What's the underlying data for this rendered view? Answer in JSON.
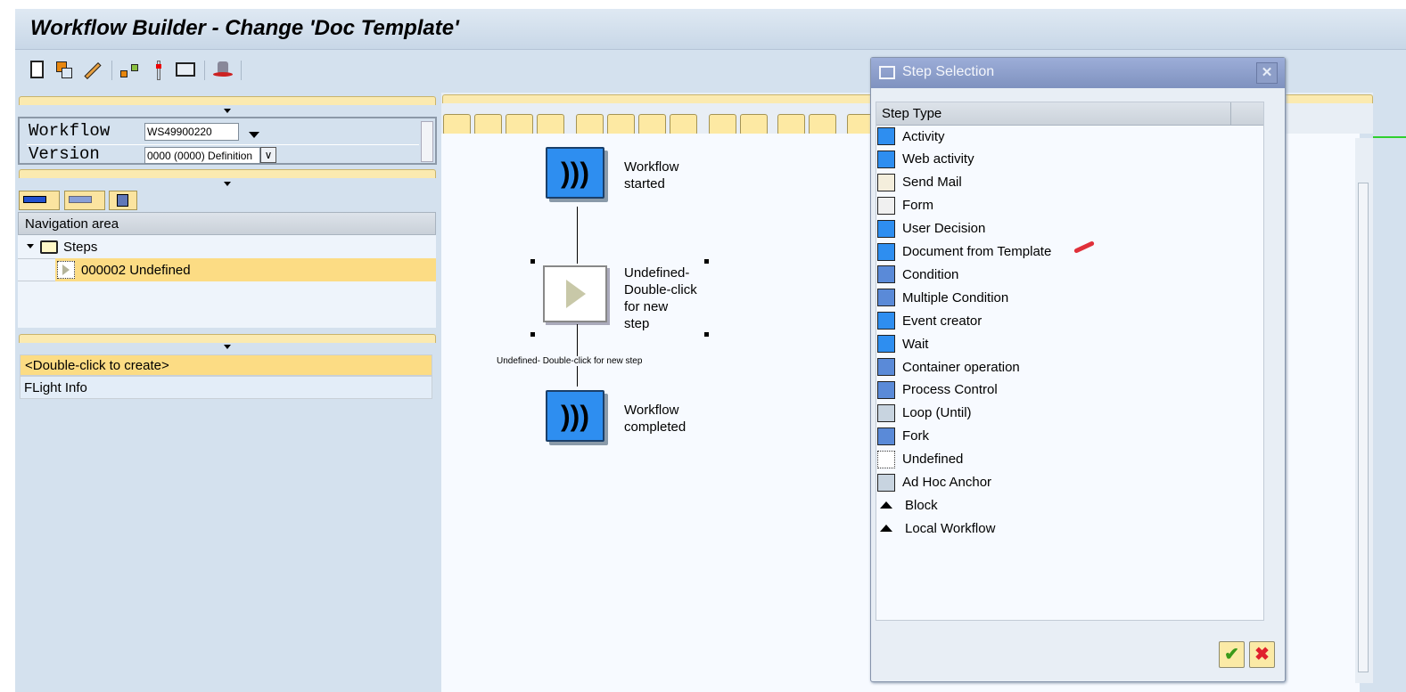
{
  "window": {
    "title": "Workflow Builder - Change 'Doc Template'"
  },
  "left_panel": {
    "workflow_label": "Workflow",
    "workflow_value": "WS49900220",
    "version_label": "Version",
    "version_value": "0000 (0000) Definition",
    "navigation_header": "Navigation area",
    "tree": {
      "root": "Steps",
      "items": [
        "000002 Undefined"
      ]
    },
    "objects": [
      "<Double-click to create>",
      "FLight Info"
    ]
  },
  "canvas": {
    "start_label": "Workflow\nstarted",
    "undefined_label": "Undefined-\nDouble-click\nfor new\nstep",
    "tooltip": "Undefined- Double-click for new step",
    "end_label": "Workflow\ncompleted"
  },
  "dialog": {
    "title": "Step Selection",
    "column_header": "Step Type",
    "items": [
      "Activity",
      "Web activity",
      "Send Mail",
      "Form",
      "User Decision",
      "Document from Template",
      "Condition",
      "Multiple Condition",
      "Event creator",
      "Wait",
      "Container operation",
      "Process Control",
      "Loop (Until)",
      "Fork",
      "Undefined",
      "Ad Hoc Anchor",
      "Block",
      "Local Workflow"
    ],
    "confirm_icon": "checkmark-icon",
    "cancel_icon": "cancel-icon"
  },
  "colors": {
    "accent_yellow": "#fbe4a0",
    "node_blue": "#2e8ef0",
    "selected_row": "#fcdc84"
  }
}
